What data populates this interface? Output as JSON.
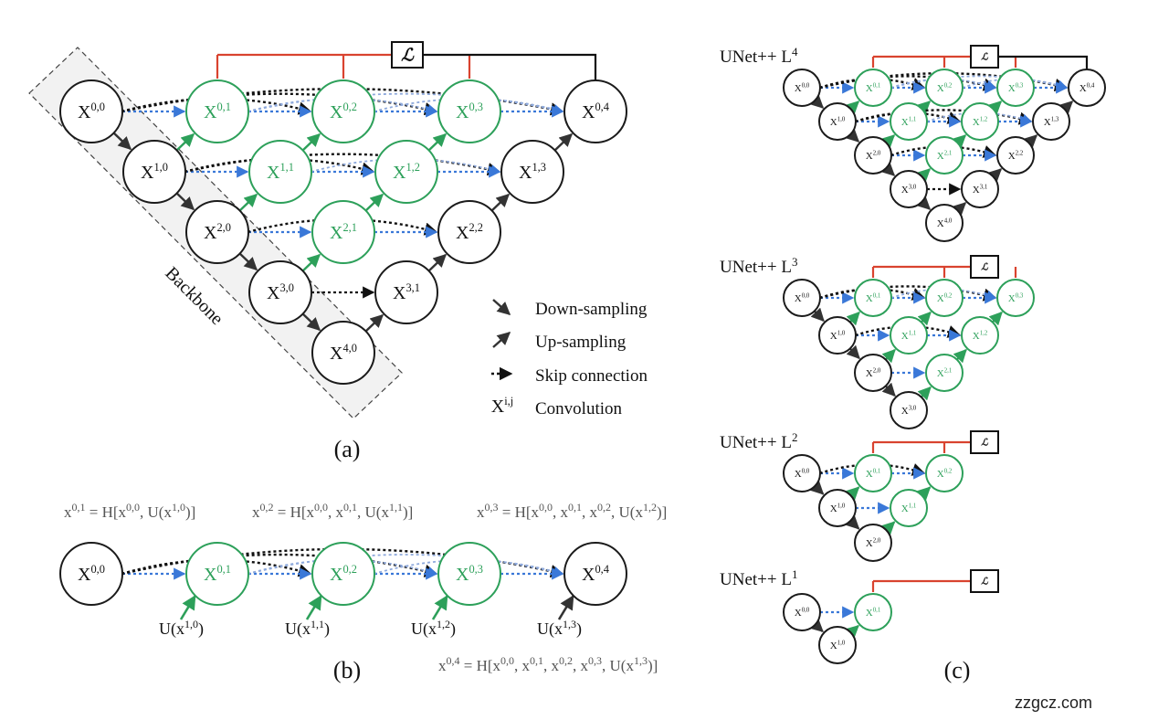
{
  "colors": {
    "plain_node": "#1b1b1b",
    "nested_node": "#2da05a",
    "loss_line": "#d9432f",
    "dense_skip": "#3a78d8",
    "arrow": "#333333"
  },
  "panel_a": {
    "backbone_label": "Backbone",
    "caption": "(a)",
    "legend": [
      {
        "label": "Down-sampling"
      },
      {
        "label": "Up-sampling"
      },
      {
        "label": "Skip connection"
      },
      {
        "symbol": "X",
        "sup": "i,j",
        "label": "Convolution"
      }
    ],
    "loss_symbol": "ℒ",
    "nodes": [
      {
        "id": "0,0",
        "kind": "plain"
      },
      {
        "id": "1,0",
        "kind": "plain"
      },
      {
        "id": "2,0",
        "kind": "plain"
      },
      {
        "id": "3,0",
        "kind": "plain"
      },
      {
        "id": "4,0",
        "kind": "plain"
      },
      {
        "id": "0,1",
        "kind": "nested"
      },
      {
        "id": "0,2",
        "kind": "nested"
      },
      {
        "id": "0,3",
        "kind": "nested"
      },
      {
        "id": "0,4",
        "kind": "plain"
      },
      {
        "id": "1,1",
        "kind": "nested"
      },
      {
        "id": "1,2",
        "kind": "nested"
      },
      {
        "id": "1,3",
        "kind": "plain"
      },
      {
        "id": "2,1",
        "kind": "nested"
      },
      {
        "id": "2,2",
        "kind": "plain"
      },
      {
        "id": "3,1",
        "kind": "plain"
      }
    ]
  },
  "panel_b": {
    "caption": "(b)",
    "equations": [
      "x^{0,1} = H[x^{0,0}, U(x^{1,0})]",
      "x^{0,2} = H[x^{0,0}, x^{0,1}, U(x^{1,1})]",
      "x^{0,3} = H[x^{0,0}, x^{0,1}, x^{0,2}, U(x^{1,2})]",
      "x^{0,4} = H[x^{0,0}, x^{0,1}, x^{0,2}, x^{0,3}, U(x^{1,3})]"
    ],
    "up_labels": [
      "1,0",
      "1,1",
      "1,2",
      "1,3"
    ],
    "nodes": [
      "0,0",
      "0,1",
      "0,2",
      "0,3",
      "0,4"
    ]
  },
  "panel_c": {
    "caption": "(c)",
    "loss_symbol": "ℒ",
    "variants": [
      {
        "name": "UNet++ L",
        "sup": "4",
        "depth": 4
      },
      {
        "name": "UNet++ L",
        "sup": "3",
        "depth": 3
      },
      {
        "name": "UNet++ L",
        "sup": "2",
        "depth": 2
      },
      {
        "name": "UNet++ L",
        "sup": "1",
        "depth": 1
      }
    ]
  },
  "watermark": "zzgcz.com"
}
